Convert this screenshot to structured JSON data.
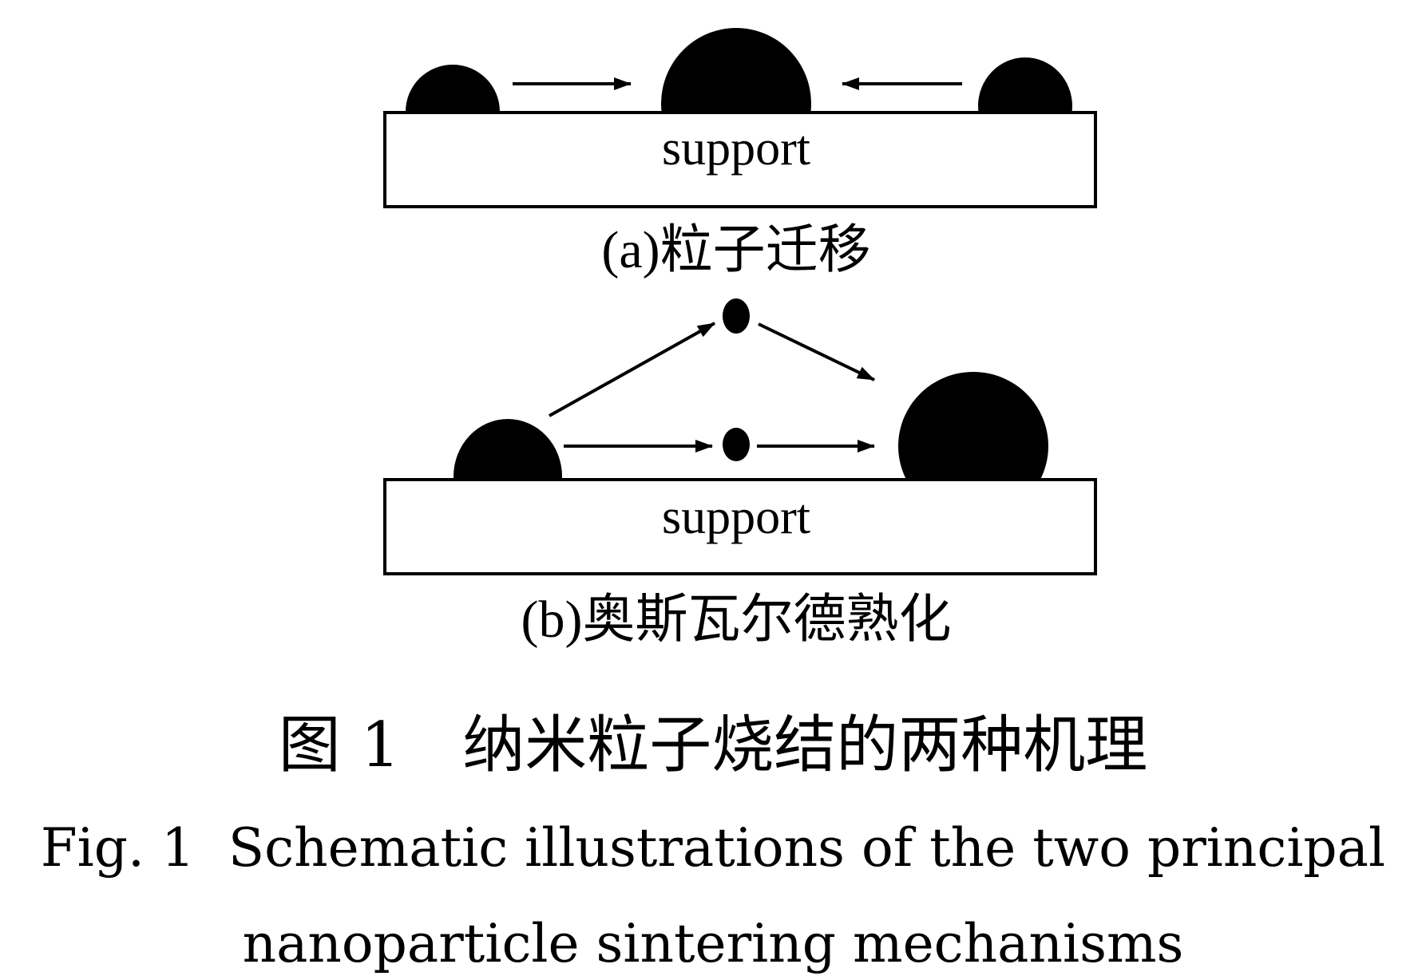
{
  "diagram": {
    "panel_a": {
      "support_label": "support",
      "caption": "(a)粒子迁移"
    },
    "panel_b": {
      "support_label": "support",
      "caption": "(b)奥斯瓦尔德熟化"
    }
  },
  "caption": {
    "cn": "图 1　纳米粒子烧结的两种机理",
    "en_line1": "Fig. 1  Schematic illustrations of the two principal",
    "en_line2": "nanoparticle sintering mechanisms"
  },
  "colors": {
    "ink": "#000000",
    "background": "#ffffff"
  }
}
